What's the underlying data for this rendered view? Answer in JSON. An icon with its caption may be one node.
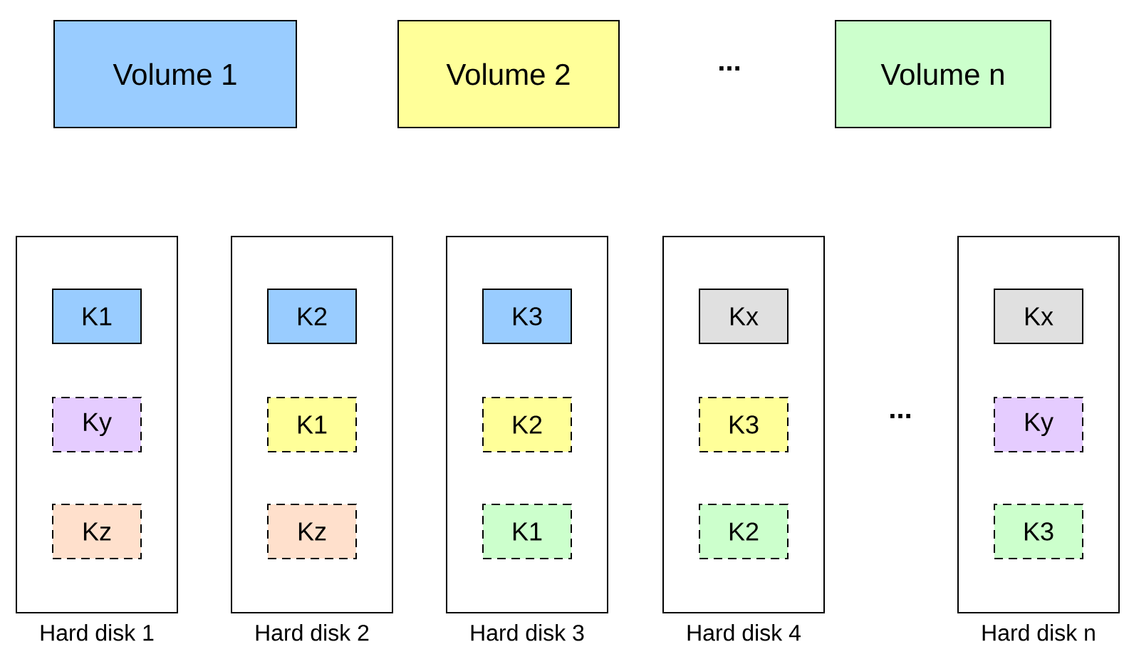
{
  "diagram": {
    "nodes": [
      {
        "text": [
          "Volume 1"
        ]
      },
      {
        "text": [
          "Volume 2"
        ]
      },
      {
        "text": [
          "Volume n"
        ]
      },
      {
        "text": [
          "Hard disk 1"
        ]
      },
      {
        "text": [
          "K1"
        ],
        "in": 3
      },
      {
        "text": [
          "Ky"
        ],
        "in": 3
      },
      {
        "text": [
          "Kz"
        ],
        "in": 3
      },
      {
        "text": [
          "Hard disk 2"
        ]
      },
      {
        "text": [
          "K2"
        ],
        "in": 7
      },
      {
        "text": [
          "K1"
        ],
        "in": 7
      },
      {
        "text": [
          "Kz"
        ],
        "in": 7
      },
      {
        "text": [
          "Hard disk 3"
        ]
      },
      {
        "text": [
          "K3"
        ],
        "in": 11
      },
      {
        "text": [
          "K2"
        ],
        "in": 11
      },
      {
        "text": [
          "K1"
        ],
        "in": 11
      },
      {
        "text": [
          "Hard disk 4"
        ]
      },
      {
        "text": [
          "Kx"
        ],
        "in": 15
      },
      {
        "text": [
          "K3"
        ],
        "in": 15
      },
      {
        "text": [
          "K2"
        ],
        "in": 15
      },
      {
        "text": [
          "Hard disk n"
        ]
      },
      {
        "text": [
          "Kx"
        ],
        "in": 19
      },
      {
        "text": [
          "Ky"
        ],
        "in": 19
      },
      {
        "text": [
          "K3"
        ],
        "in": 19
      }
    ],
    "edges": [],
    "labels": [
      "...",
      "..."
    ]
  }
}
